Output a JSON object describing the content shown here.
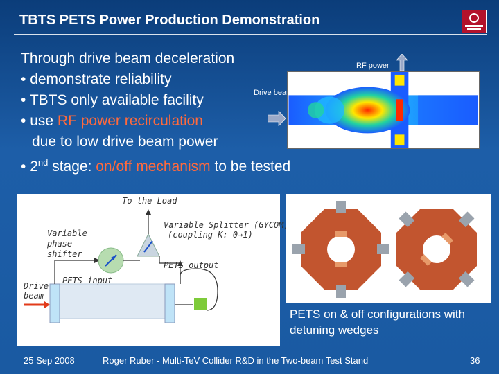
{
  "header": {
    "title": "TBTS PETS Power Production Demonstration"
  },
  "body": {
    "intro": "Through drive beam deceleration",
    "bullet1": "demonstrate reliability",
    "bullet2": "TBTS only available facility",
    "bullet3_prefix": "use ",
    "bullet3_accent": "RF power recirculation",
    "bullet3_cont": "due to low drive beam power",
    "bullet4_prefix": "2",
    "bullet4_sup": "nd",
    "bullet4_mid": " stage: ",
    "bullet4_accent": "on/off mechanism",
    "bullet4_suffix": " to be tested",
    "bullet_glyph": "•"
  },
  "field_figure": {
    "rf_label": "RF power",
    "drive_label": "Drive beam"
  },
  "circuit": {
    "to_load": "To the Load",
    "variable_phase": "Variable phase shifter",
    "splitter": "Variable Splitter (GYCOM)",
    "coupling": "(coupling K: 0→1)",
    "pets_output": "PETS output",
    "pets_input": "PETS input",
    "drive_beam": "Drive beam"
  },
  "photo": {
    "caption": "PETS on & off configurations with detuning wedges"
  },
  "footer": {
    "date": "25 Sep 2008",
    "center": "Roger Ruber - Multi-TeV Collider R&D in the Two-beam Test Stand",
    "page": "36"
  },
  "colors": {
    "background": "#1d5ea8",
    "accent": "#ff6a3d",
    "arrow": "#9aa9c8",
    "logo": "#b3122b",
    "pets_copper": "#c2552f"
  }
}
